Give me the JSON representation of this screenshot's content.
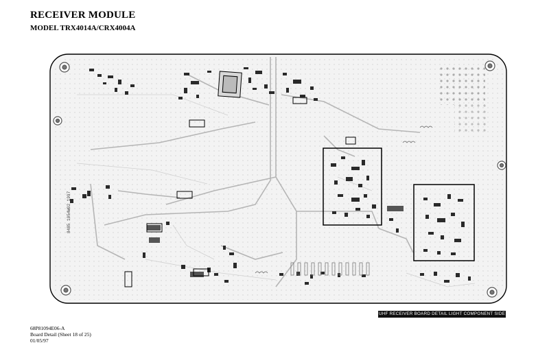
{
  "header": {
    "title": "RECEIVER MODULE",
    "model": "MODEL TRX4014A/CRX4004A"
  },
  "board": {
    "silkscreen_part_number": "8485 1054W02 1997",
    "caption": "UHF RECEIVER BOARD DETAIL LIGHT COMPONENT SIDE"
  },
  "footer": {
    "doc_number": "68P81094E06-A",
    "sheet": "Board Detail (Sheet 18 of 25)",
    "date": "01/05/97"
  },
  "colors": {
    "ink": "#000000",
    "board_fill": "#f2f2f2",
    "trace": "#b8b8b8",
    "caption_bg": "#111111"
  }
}
